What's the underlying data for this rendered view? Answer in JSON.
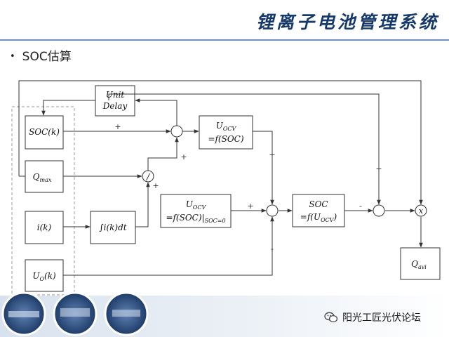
{
  "slide": {
    "title": "锂离子电池管理系统",
    "bullet": "SOC估算"
  },
  "diagram": {
    "blocks": {
      "unit_delay_line1": "Unit",
      "unit_delay_line2": "Delay",
      "soc_k": "SOC(k)",
      "q_max": "Q",
      "q_max_sub": "max",
      "i_k": "i(k)",
      "integral": "∫i(k)dt",
      "u0_k": "U",
      "u0_sub": "O",
      "u0_tail": "(k)",
      "ocv_top_line1": "U",
      "ocv_top_sub": "OCV",
      "ocv_top_line2": "=f(SOC)",
      "ocv0_line1": "U",
      "ocv0_sub": "OCV",
      "ocv0_line2": "=f(SOC)|",
      "ocv0_sub2": "SOC=0",
      "soc_inv_line1": "SOC",
      "soc_inv_line2": "=f(U",
      "soc_inv_sub": "OCV",
      "soc_inv_tail": ")",
      "q_avi": "Q",
      "q_avi_sub": "avi"
    },
    "operators": {
      "divide": "/",
      "multiply": "x"
    },
    "signs": {
      "sum1_plus_left": "+",
      "sum1_plus_bottom": "+",
      "div_plus": "+",
      "ocv_plus": "+",
      "ocv0_plus": "+",
      "u0_minus": "-",
      "soc_minus": "-",
      "right_plus": "+"
    }
  },
  "footer": {
    "brand": "阳光工匠光伏论坛",
    "wechat_icon": "wechat-icon"
  },
  "colors": {
    "title": "#16396b",
    "rule": "#6f8fb7",
    "line": "#333333",
    "dashed": "#999999"
  }
}
